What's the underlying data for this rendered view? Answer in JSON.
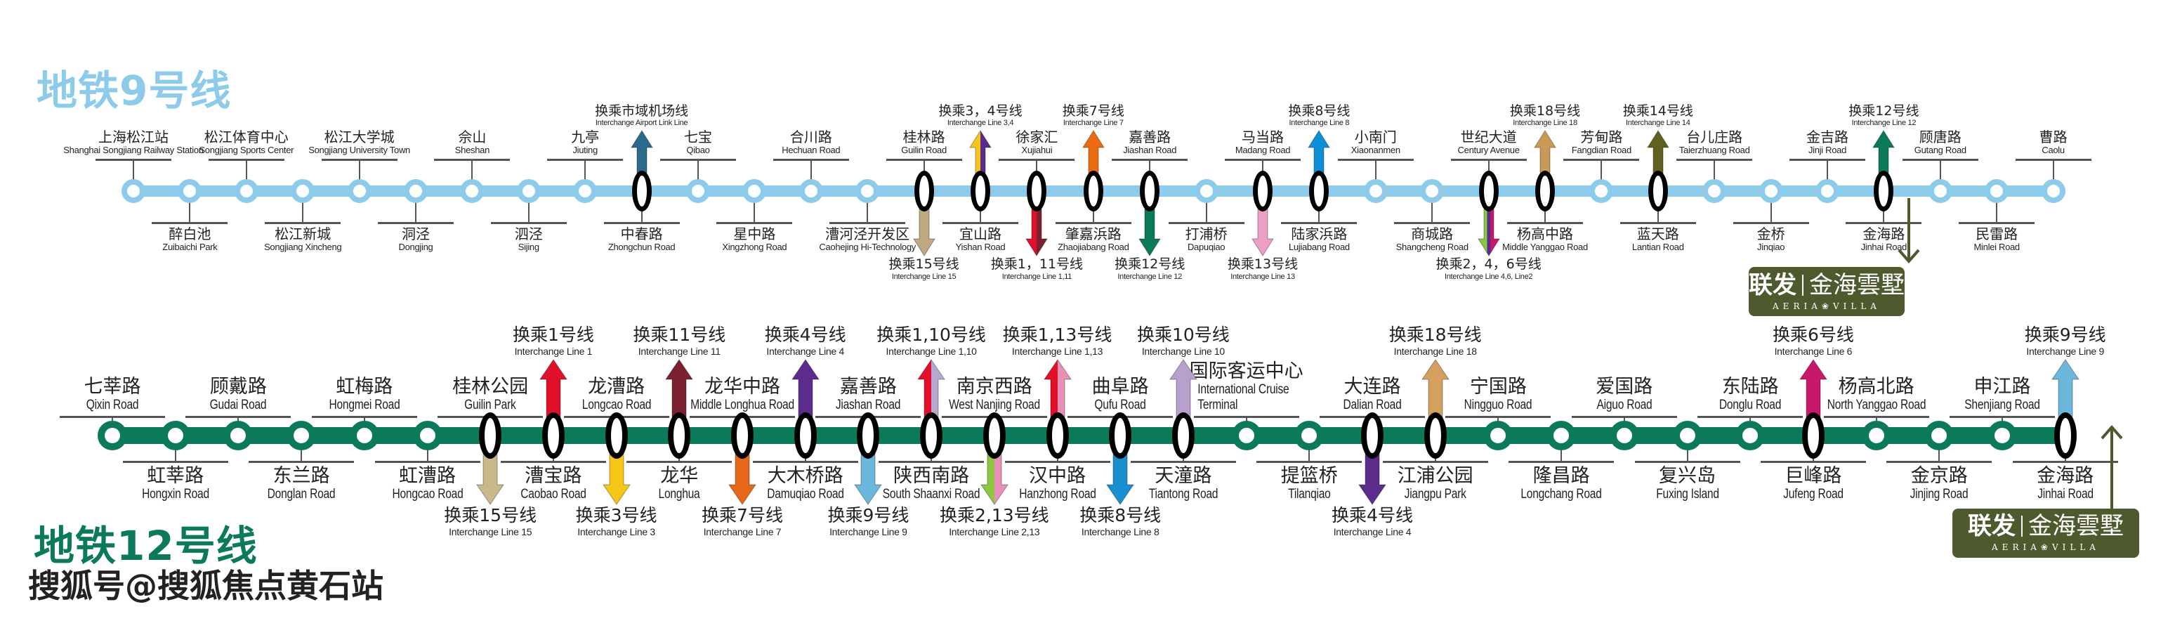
{
  "titles": {
    "line9": "地铁9号线",
    "line12": "地铁12号线"
  },
  "colors": {
    "line9": "#8ccbea",
    "line12": "#0b7a5a",
    "pointer": "#4e5a2e"
  },
  "logo": {
    "brand": "联发",
    "name": "金海雲墅",
    "en_left": "AERIA",
    "en_right": "VILLA",
    "flower": "❀"
  },
  "watermark": "搜狐号@搜狐焦点黄石站",
  "line9": {
    "stations": [
      {
        "cn": "上海松江站",
        "en": "Shanghai Songjiang Railway Station"
      },
      {
        "cn": "醉白池",
        "en": "Zuibaichi Park"
      },
      {
        "cn": "松江体育中心",
        "en": "Songjiang Sports Center"
      },
      {
        "cn": "松江新城",
        "en": "Songjiang Xincheng"
      },
      {
        "cn": "松江大学城",
        "en": "Songjiang University Town"
      },
      {
        "cn": "洞泾",
        "en": "Dongjing"
      },
      {
        "cn": "佘山",
        "en": "Sheshan"
      },
      {
        "cn": "泗泾",
        "en": "Sijing"
      },
      {
        "cn": "九亭",
        "en": "Jiuting"
      },
      {
        "cn": "中春路",
        "en": "Zhongchun Road",
        "transfer": {
          "cn": "换乘市域机场线",
          "en": "Interchange Airport Link Line",
          "colors": [
            "#2a6a8a"
          ]
        }
      },
      {
        "cn": "七宝",
        "en": "Qibao"
      },
      {
        "cn": "星中路",
        "en": "Xingzhong Road"
      },
      {
        "cn": "合川路",
        "en": "Hechuan Road"
      },
      {
        "cn": "漕河泾开发区",
        "en": "Caohejing Hi-Technology"
      },
      {
        "cn": "桂林路",
        "en": "Guilin Road",
        "transfer": {
          "cn": "换乘15号线",
          "en": "Interchange Line 15",
          "colors": [
            "#bfa882"
          ]
        }
      },
      {
        "cn": "宜山路",
        "en": "Yishan Road",
        "transfer": {
          "cn": "换乘3，4号线",
          "en": "Interchange Line 3,4",
          "colors": [
            "#f5c518",
            "#5b2c8c"
          ]
        }
      },
      {
        "cn": "徐家汇",
        "en": "Xujiahui",
        "transfer": {
          "cn": "换乘1，11号线",
          "en": "Interchange Line 1,11",
          "colors": [
            "#e0102a",
            "#7a2030"
          ]
        }
      },
      {
        "cn": "肇嘉浜路",
        "en": "Zhaojiabang Road",
        "transfer": {
          "cn": "换乘7号线",
          "en": "Interchange Line 7",
          "colors": [
            "#ec6a10"
          ]
        }
      },
      {
        "cn": "嘉善路",
        "en": "Jiashan Road",
        "transfer": {
          "cn": "换乘12号线",
          "en": "Interchange Line 12",
          "colors": [
            "#0b7a5a"
          ]
        }
      },
      {
        "cn": "打浦桥",
        "en": "Dapuqiao"
      },
      {
        "cn": "马当路",
        "en": "Madang Road",
        "transfer": {
          "cn": "换乘13号线",
          "en": "Interchange Line 13",
          "colors": [
            "#eba0c4"
          ]
        }
      },
      {
        "cn": "陆家浜路",
        "en": "Lujiabang Road",
        "transfer": {
          "cn": "换乘8号线",
          "en": "Interchange Line 8",
          "colors": [
            "#0a8fd8"
          ]
        }
      },
      {
        "cn": "小南门",
        "en": "Xiaonanmen"
      },
      {
        "cn": "商城路",
        "en": "Shangcheng Road"
      },
      {
        "cn": "世纪大道",
        "en": "Century Avenue",
        "transfer": {
          "cn": "换乘2，4，6号线",
          "en": "Interchange Line 4,6, Line2",
          "colors": [
            "#8dc63f",
            "#5b2c8c",
            "#c8186c"
          ]
        }
      },
      {
        "cn": "杨高中路",
        "en": "Middle Yanggao Road",
        "transfer": {
          "cn": "换乘18号线",
          "en": "Interchange Line 18",
          "colors": [
            "#c99a55"
          ]
        }
      },
      {
        "cn": "芳甸路",
        "en": "Fangdian Road"
      },
      {
        "cn": "蓝天路",
        "en": "Lantian Road",
        "transfer": {
          "cn": "换乘14号线",
          "en": "Interchange Line 14",
          "colors": [
            "#626020"
          ]
        }
      },
      {
        "cn": "台儿庄路",
        "en": "Taierzhuang Road"
      },
      {
        "cn": "金桥",
        "en": "Jinqiao"
      },
      {
        "cn": "金吉路",
        "en": "Jinji Road"
      },
      {
        "cn": "金海路",
        "en": "Jinhai Road",
        "transfer": {
          "cn": "换乘12号线",
          "en": "Interchange Line 12",
          "colors": [
            "#0b7a5a"
          ]
        }
      },
      {
        "cn": "顾唐路",
        "en": "Gutang Road"
      },
      {
        "cn": "民雷路",
        "en": "Minlei Road"
      },
      {
        "cn": "曹路",
        "en": "Caolu"
      }
    ]
  },
  "line12": {
    "stations": [
      {
        "cn": "七莘路",
        "en": "Qixin Road"
      },
      {
        "cn": "虹莘路",
        "en": "Hongxin Road"
      },
      {
        "cn": "顾戴路",
        "en": "Gudai Road"
      },
      {
        "cn": "东兰路",
        "en": "Donglan Road"
      },
      {
        "cn": "虹梅路",
        "en": "Hongmei Road"
      },
      {
        "cn": "虹漕路",
        "en": "Hongcao Road"
      },
      {
        "cn": "桂林公园",
        "en": "Guilin Park",
        "transfer": {
          "cn": "换乘15号线",
          "en": "Interchange Line 15",
          "colors": [
            "#c8b88a"
          ]
        }
      },
      {
        "cn": "漕宝路",
        "en": "Caobao Road",
        "transfer": {
          "cn": "换乘1号线",
          "en": "Interchange Line 1",
          "colors": [
            "#e0102a"
          ]
        }
      },
      {
        "cn": "龙漕路",
        "en": "Longcao Road",
        "transfer": {
          "cn": "换乘3号线",
          "en": "Interchange Line 3",
          "colors": [
            "#f5c518"
          ]
        }
      },
      {
        "cn": "龙华",
        "en": "Longhua",
        "transfer": {
          "cn": "换乘11号线",
          "en": "Interchange Line 11",
          "colors": [
            "#7a2030"
          ]
        }
      },
      {
        "cn": "龙华中路",
        "en": "Middle Longhua Road",
        "transfer": {
          "cn": "换乘7号线",
          "en": "Interchange Line 7",
          "colors": [
            "#e8681a"
          ]
        }
      },
      {
        "cn": "大木桥路",
        "en": "Damuqiao Road",
        "transfer": {
          "cn": "换乘4号线",
          "en": "Interchange Line 4",
          "colors": [
            "#5b2c8c"
          ]
        }
      },
      {
        "cn": "嘉善路",
        "en": "Jiashan Road",
        "transfer": {
          "cn": "换乘9号线",
          "en": "Interchange Line 9",
          "colors": [
            "#6cb8dc"
          ]
        }
      },
      {
        "cn": "陕西南路",
        "en": "South Shaanxi Road",
        "transfer": {
          "cn": "换乘1,10号线",
          "en": "Interchange Line 1,10",
          "colors": [
            "#e0102a",
            "#b8a8d0"
          ]
        }
      },
      {
        "cn": "南京西路",
        "en": "West Nanjing Road",
        "transfer": {
          "cn": "换乘2,13号线",
          "en": "Interchange Line 2,13",
          "colors": [
            "#8dc63f",
            "#e890b8"
          ]
        }
      },
      {
        "cn": "汉中路",
        "en": "Hanzhong Road",
        "transfer": {
          "cn": "换乘1,13号线",
          "en": "Interchange Line 1,13",
          "colors": [
            "#e0102a",
            "#e890b8"
          ]
        }
      },
      {
        "cn": "曲阜路",
        "en": "Qufu Road",
        "transfer": {
          "cn": "换乘8号线",
          "en": "Interchange Line 8",
          "colors": [
            "#1a8fd0"
          ]
        }
      },
      {
        "cn": "天潼路",
        "en": "Tiantong Road",
        "transfer": {
          "cn": "换乘10号线",
          "en": "Interchange Line 10",
          "colors": [
            "#b8a0cc"
          ]
        }
      },
      {
        "cn": "国际客运中心",
        "en": "International Cruise Terminal"
      },
      {
        "cn": "提篮桥",
        "en": "Tilanqiao"
      },
      {
        "cn": "大连路",
        "en": "Dalian Road",
        "transfer": {
          "cn": "换乘4号线",
          "en": "Interchange Line 4",
          "colors": [
            "#5b2c8c"
          ]
        }
      },
      {
        "cn": "江浦公园",
        "en": "Jiangpu Park",
        "transfer": {
          "cn": "换乘18号线",
          "en": "Interchange Line 18",
          "colors": [
            "#d4a060"
          ]
        }
      },
      {
        "cn": "宁国路",
        "en": "Ningguo Road"
      },
      {
        "cn": "隆昌路",
        "en": "Longchang Road"
      },
      {
        "cn": "爱国路",
        "en": "Aiguo Road"
      },
      {
        "cn": "复兴岛",
        "en": "Fuxing Island"
      },
      {
        "cn": "东陆路",
        "en": "Donglu Road"
      },
      {
        "cn": "巨峰路",
        "en": "Jufeng Road",
        "transfer": {
          "cn": "换乘6号线",
          "en": "Interchange Line 6",
          "colors": [
            "#c8186a"
          ]
        }
      },
      {
        "cn": "杨高北路",
        "en": "North Yanggao Road"
      },
      {
        "cn": "金京路",
        "en": "Jinjing Road"
      },
      {
        "cn": "申江路",
        "en": "Shenjiang Road"
      },
      {
        "cn": "金海路",
        "en": "Jinhai Road",
        "transfer": {
          "cn": "换乘9号线",
          "en": "Interchange Line 9",
          "colors": [
            "#6cb8dc"
          ]
        }
      }
    ]
  }
}
